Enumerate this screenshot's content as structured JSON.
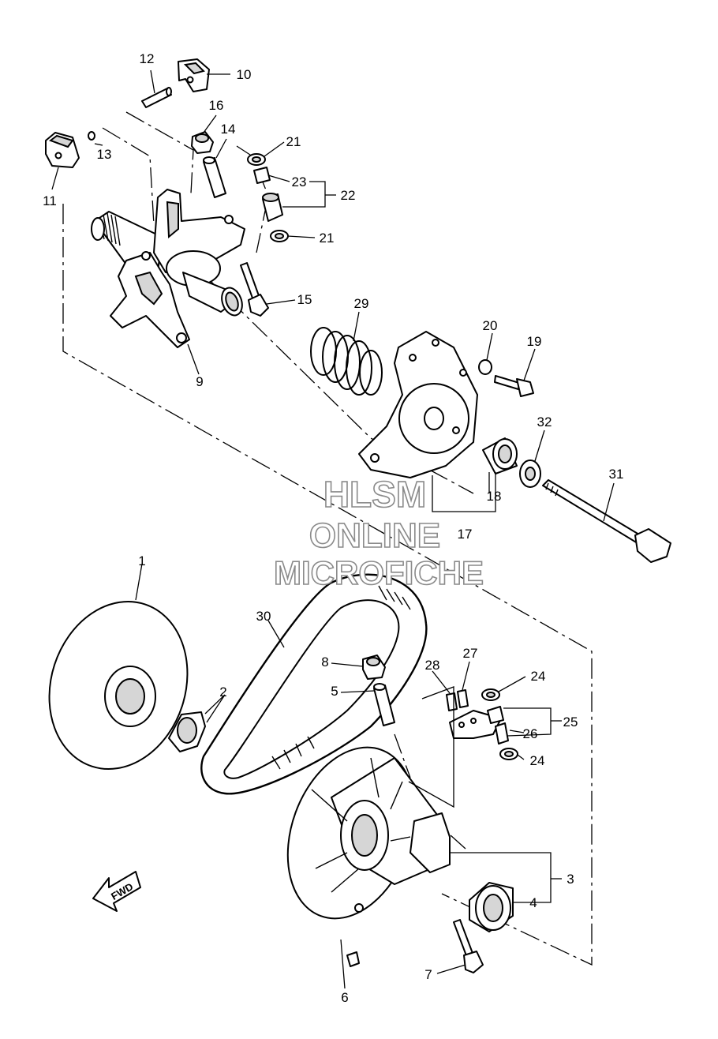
{
  "watermark": {
    "line1": "HLSM",
    "line2": "ONLINE",
    "line3": "MICROFICHE"
  },
  "direction_badge": {
    "label": "FWD",
    "icon": "arrow-left-icon"
  },
  "callouts": {
    "n1": "1",
    "n2": "2",
    "n3": "3",
    "n4": "4",
    "n5": "5",
    "n6": "6",
    "n7": "7",
    "n8": "8",
    "n9": "9",
    "n10": "10",
    "n11": "11",
    "n12": "12",
    "n13": "13",
    "n14": "14",
    "n15": "15",
    "n16": "16",
    "n17": "17",
    "n18": "18",
    "n19": "19",
    "n20": "20",
    "n21a": "21",
    "n21b": "21",
    "n22": "22",
    "n23": "23",
    "n24a": "24",
    "n24b": "24",
    "n25": "25",
    "n26": "26",
    "n27": "27",
    "n28": "28",
    "n29": "29",
    "n30": "30",
    "n31": "31",
    "n32": "32"
  }
}
